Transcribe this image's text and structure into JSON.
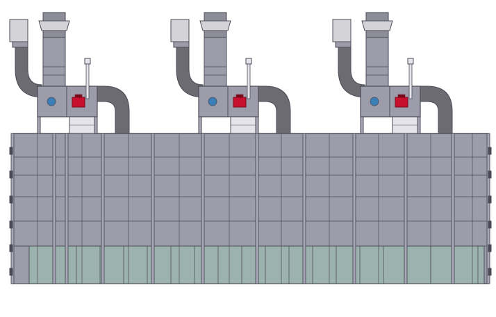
{
  "drawing": {
    "kind": "industrial-booth-elevation",
    "background": "#ffffff",
    "colors": {
      "panel": "#9c9cab",
      "panel_light": "#a7a7b5",
      "outline": "#4b4b58",
      "glass": "#9cb3ad",
      "duct": "#6b6b71",
      "duct_dark": "#555559",
      "hood_light": "#d4d4d8",
      "stack": "#8d8d98",
      "motor_red": "#c8102e",
      "motor_dark": "#7a0a1a",
      "fan_blue": "#3a7fb6",
      "vent_white": "#e4e4ea"
    },
    "exhaust_units": [
      {
        "name": "exhaust-unit-1",
        "components": [
          "intake-hood",
          "vertical-duct",
          "elbow-duct",
          "exhaust-stack",
          "fan-housing",
          "fan-motor",
          "vent-pipe",
          "connection-duct"
        ]
      },
      {
        "name": "exhaust-unit-2",
        "components": [
          "intake-hood",
          "vertical-duct",
          "elbow-duct",
          "exhaust-stack",
          "fan-housing",
          "fan-motor",
          "vent-pipe",
          "connection-duct"
        ]
      },
      {
        "name": "exhaust-unit-3",
        "components": [
          "intake-hood",
          "vertical-duct",
          "elbow-duct",
          "exhaust-stack",
          "fan-housing",
          "fan-motor",
          "vent-pipe",
          "connection-duct"
        ]
      }
    ],
    "booth": {
      "vertical_panel_count": 9,
      "window_row": true
    }
  }
}
